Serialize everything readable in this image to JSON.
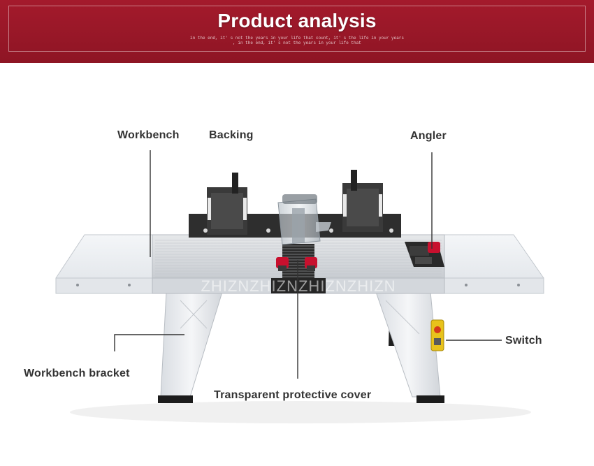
{
  "banner": {
    "title": "Product analysis",
    "subtitle_line1": "in the end, it' s not the years in your life that count, it' s the life in your years",
    "subtitle_line2": ", in the end, it' s not the years in your life that"
  },
  "labels": {
    "workbench": "Workbench",
    "backing": "Backing",
    "angler": "Angler",
    "switch": "Switch",
    "workbench_bracket": "Workbench bracket",
    "protective_cover": "Transparent protective cover"
  },
  "watermark": "ZHIZNZHIZNZHIZNZHIZN",
  "colors": {
    "banner": "#9c1a2a",
    "label_text": "#333333",
    "leader_line": "#333333",
    "table_white": "#eef0f3",
    "fence_dark": "#2a2a2a",
    "accent_red": "#c8102e"
  }
}
